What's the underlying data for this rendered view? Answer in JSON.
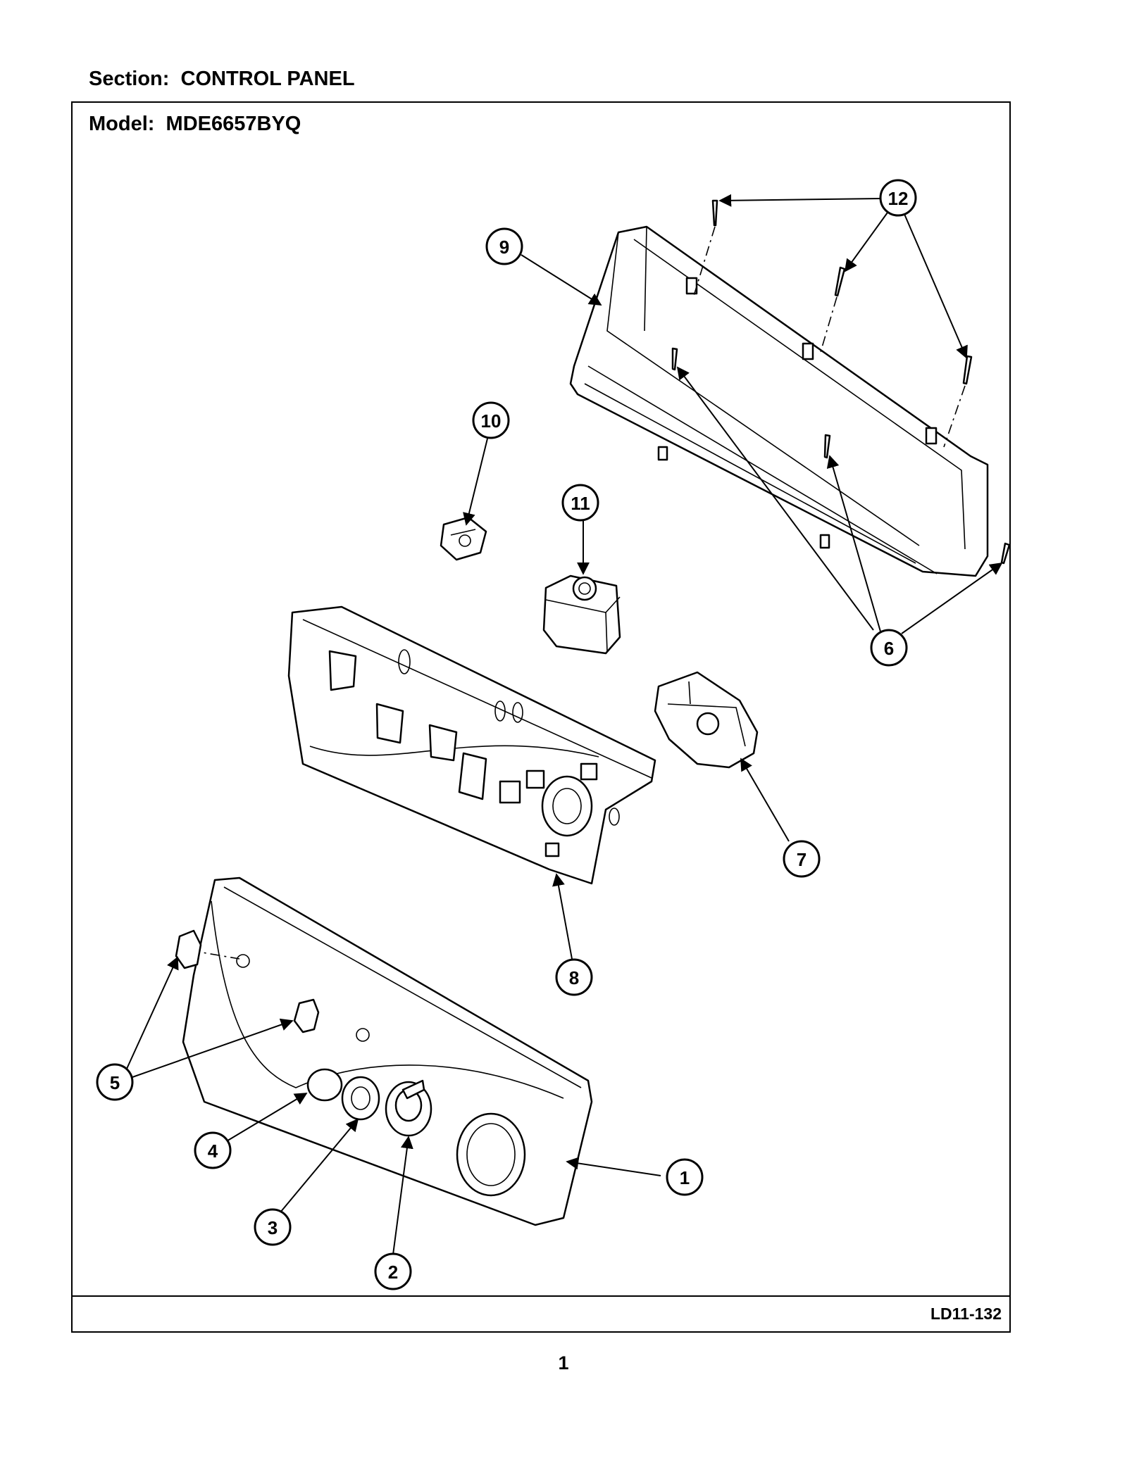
{
  "header": {
    "section": "Section:  CONTROL PANEL",
    "model": "Model:  MDE6657BYQ"
  },
  "footer": {
    "doc_code": "LD11-132",
    "page_number": "1"
  },
  "callouts": [
    "1",
    "2",
    "3",
    "4",
    "5",
    "6",
    "7",
    "8",
    "9",
    "10",
    "11",
    "12"
  ]
}
